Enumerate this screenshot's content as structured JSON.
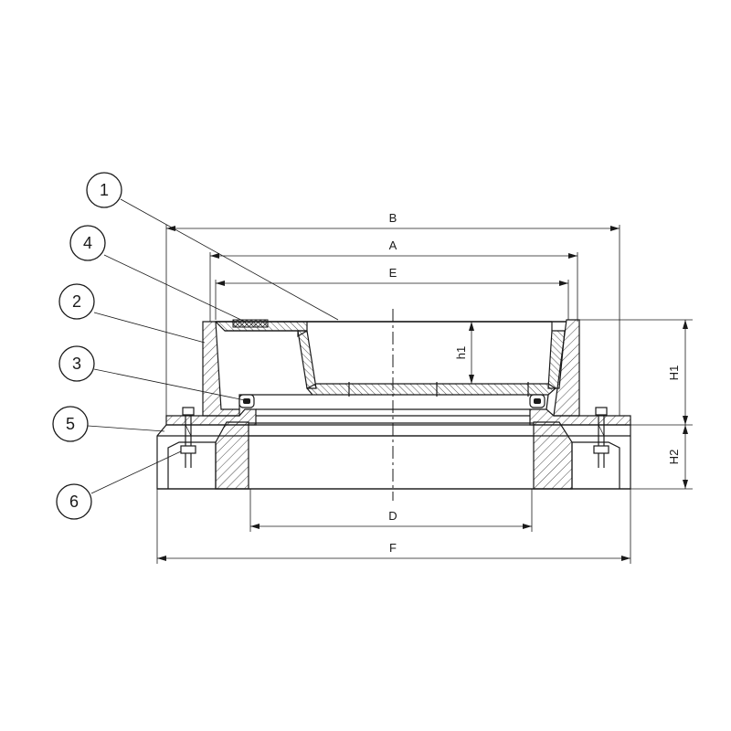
{
  "diagram": {
    "part_labels": [
      "1",
      "2",
      "3",
      "4",
      "5",
      "6"
    ],
    "dimension_labels": {
      "A": "A",
      "B": "B",
      "D": "D",
      "E": "E",
      "F": "F",
      "H1": "H1",
      "H2": "H2",
      "h1": "h1"
    }
  }
}
